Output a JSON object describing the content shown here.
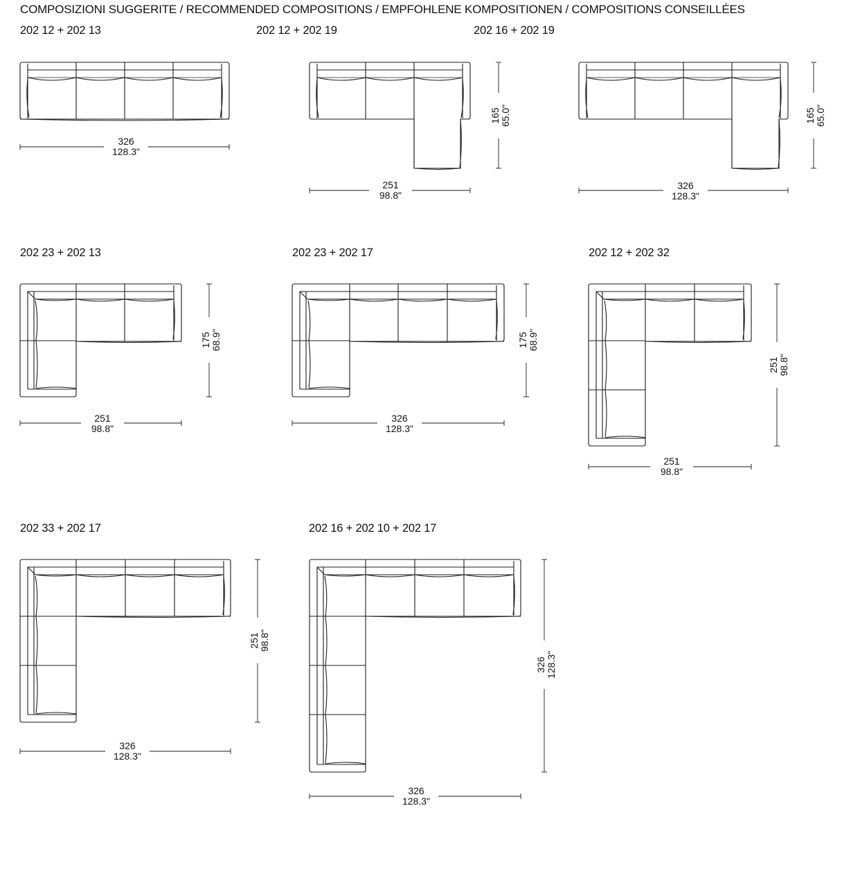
{
  "page": {
    "title": "COMPOSIZIONI SUGGERITE / RECOMMENDED COMPOSITIONS / EMPFOHLENE KOMPOSITIONEN / COMPOSITIONS CONSEILLÉES"
  },
  "compositions": [
    {
      "label": "202 12 + 202 13",
      "width_cm": "326",
      "width_in": "128.3\""
    },
    {
      "label": "202 12 + 202 19",
      "width_cm": "251",
      "width_in": "98.8\"",
      "depth_cm": "165",
      "depth_in": "65.0\""
    },
    {
      "label": "202 16 + 202 19",
      "width_cm": "326",
      "width_in": "128.3\"",
      "depth_cm": "165",
      "depth_in": "65.0\""
    },
    {
      "label": "202 23 + 202 13",
      "width_cm": "251",
      "width_in": "98.8\"",
      "depth_cm": "175",
      "depth_in": "68.9\""
    },
    {
      "label": "202 23 + 202 17",
      "width_cm": "326",
      "width_in": "128.3\"",
      "depth_cm": "175",
      "depth_in": "68.9\""
    },
    {
      "label": "202 12 + 202 32",
      "width_cm": "251",
      "width_in": "98.8\"",
      "depth_cm": "251",
      "depth_in": "98.8\""
    },
    {
      "label": "202 33 + 202 17",
      "width_cm": "326",
      "width_in": "128.3\"",
      "depth_cm": "251",
      "depth_in": "98.8\""
    },
    {
      "label": "202 16 + 202 10 + 202 17",
      "width_cm": "326",
      "width_in": "128.3\"",
      "depth_cm": "326",
      "depth_in": "128.3\""
    }
  ]
}
